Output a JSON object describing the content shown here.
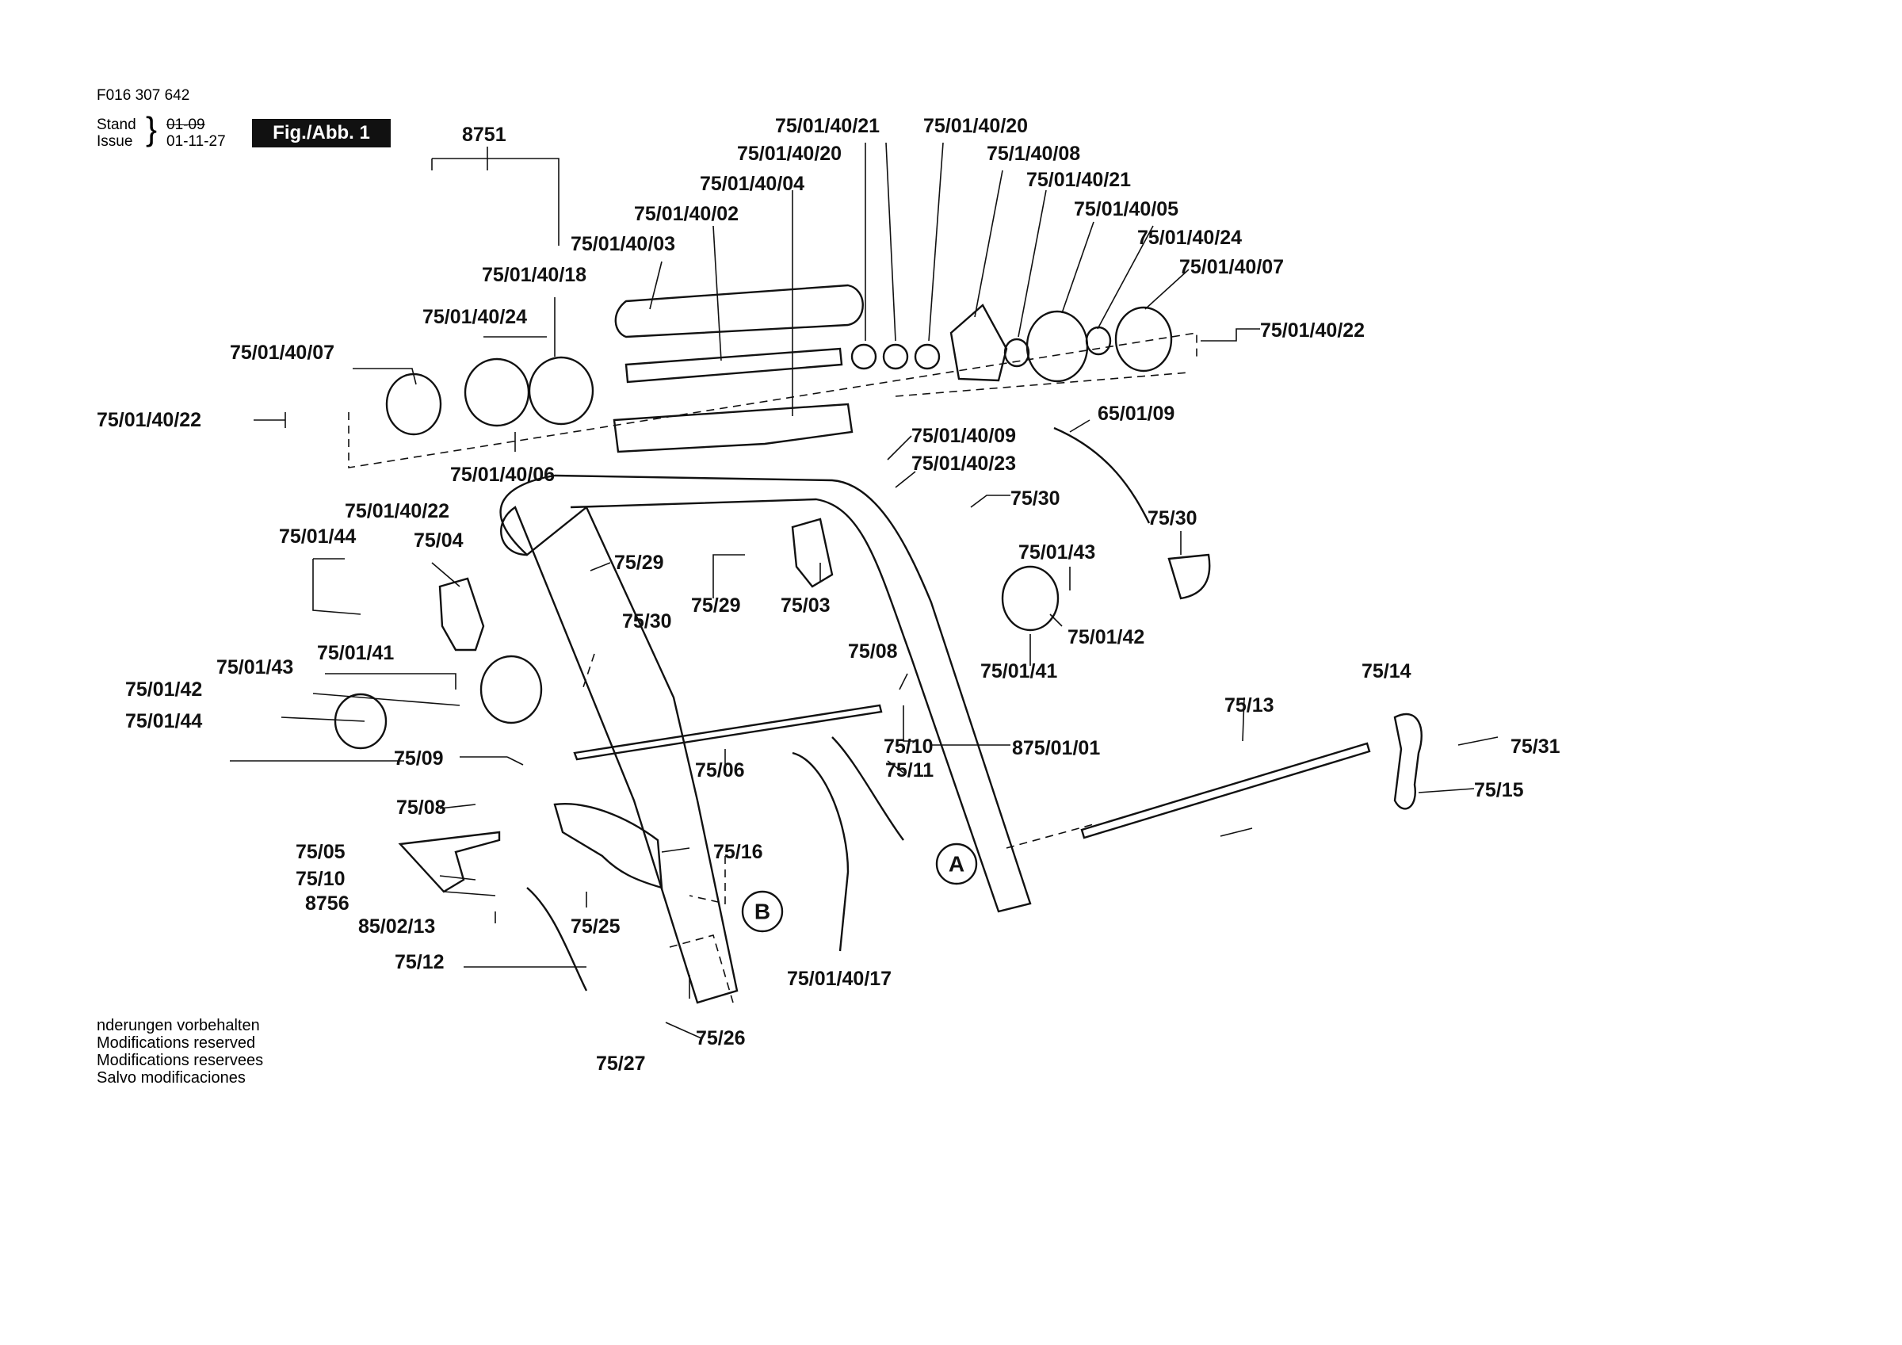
{
  "header": {
    "doc_number": "F016 307 642",
    "stand_label": "Stand",
    "issue_label": "Issue",
    "stand_value": "01-09",
    "issue_value": "01-11-27",
    "figure_label": "Fig./Abb. 1"
  },
  "labels": [
    "8751",
    "75/01/40/21",
    "75/01/40/20",
    "75/01/40/20",
    "75/1/40/08",
    "75/01/40/04",
    "75/01/40/21",
    "75/01/40/02",
    "75/01/40/05",
    "75/01/40/03",
    "75/01/40/24",
    "75/01/40/18",
    "75/01/40/07",
    "75/01/40/24",
    "75/01/40/22",
    "75/01/40/07",
    "75/01/40/22",
    "65/01/09",
    "75/01/40/09",
    "75/01/40/06",
    "75/01/40/23",
    "75/01/40/22",
    "75/30",
    "75/30",
    "75/01/44",
    "75/04",
    "75/29",
    "75/01/43",
    "75/29",
    "75/03",
    "75/01/42",
    "75/30",
    "75/01/41",
    "75/08",
    "75/01/41",
    "75/01/43",
    "75/14",
    "75/01/42",
    "75/13",
    "75/01/44",
    "75/10",
    "875/01/01",
    "75/31",
    "75/09",
    "75/06",
    "75/11",
    "75/15",
    "75/08",
    "75/05",
    "75/16",
    "75/10",
    "8756",
    "85/02/13",
    "75/25",
    "75/12",
    "75/01/40/17",
    "75/26",
    "75/27"
  ],
  "callouts": [
    "A",
    "B"
  ],
  "notes": [
    "nderungen vorbehalten",
    "Modifications reserved",
    "Modifications reservees",
    "Salvo modificaciones"
  ]
}
